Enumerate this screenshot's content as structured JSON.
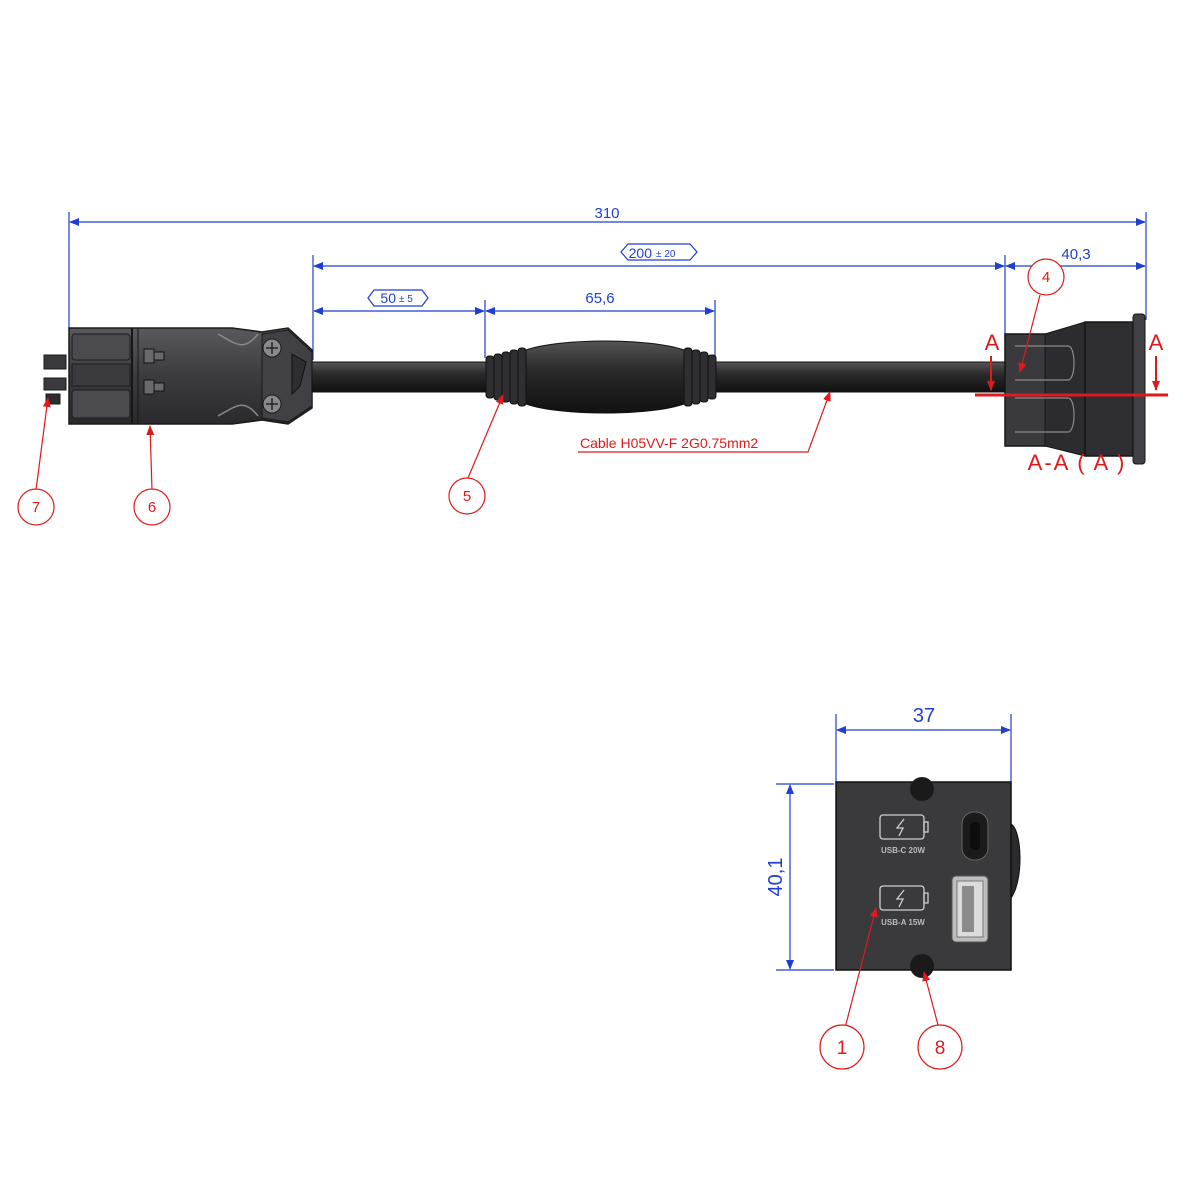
{
  "dimensions": {
    "overall_length": "310",
    "cable_length": "200",
    "cable_tol": "± 20",
    "to_sleeve": "50",
    "to_sleeve_tol": "± 5",
    "sleeve_length": "65,6",
    "module_depth": "40,3",
    "module_width": "37",
    "module_height": "40,1"
  },
  "section": {
    "marker_left": "A",
    "marker_right": "A",
    "label": "A-A ( A )"
  },
  "cable_label": "Cable H05VV-F 2G0.75mm2",
  "module_labels": {
    "usb_c": "USB-C 20W",
    "usb_a": "USB-A 15W"
  },
  "balloons": [
    "1",
    "4",
    "5",
    "6",
    "7",
    "8"
  ],
  "colors": {
    "dimension": "#1f3fd0",
    "callout": "#e01a1a",
    "part": "#2b2b2d"
  },
  "icons": [
    "usb-c-port-icon",
    "usb-a-port-icon",
    "charging-battery-icon"
  ]
}
